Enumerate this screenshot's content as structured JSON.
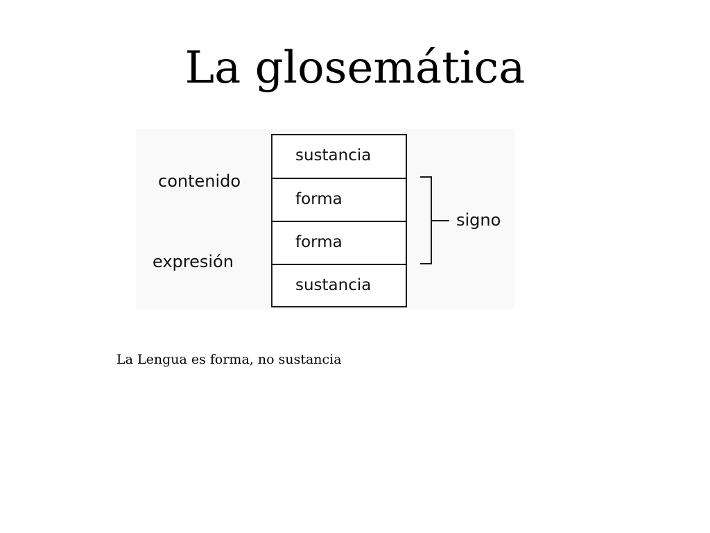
{
  "slide": {
    "title": "La glosemática",
    "caption": "La Lengua es forma, no sustancia"
  },
  "diagram": {
    "side_labels": {
      "top": "contenido",
      "bottom": "expresión"
    },
    "cells": [
      {
        "label": "sustancia"
      },
      {
        "label": "forma"
      },
      {
        "label": "forma"
      },
      {
        "label": "sustancia"
      }
    ],
    "bracket_label": "signo"
  }
}
